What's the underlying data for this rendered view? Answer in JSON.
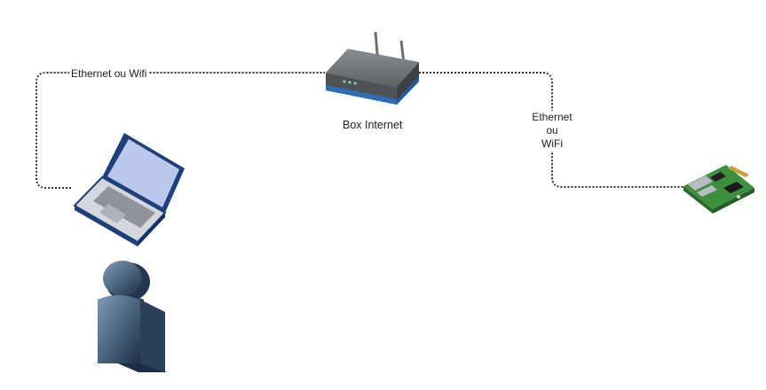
{
  "diagram": {
    "link_left_label": "Ethernet ou Wifi",
    "router_label": "Box Internet",
    "link_right_label": [
      "Ethernet",
      "ou",
      "WiFi"
    ]
  },
  "nodes": {
    "router": {
      "icon": "router-icon"
    },
    "laptop": {
      "icon": "laptop-icon"
    },
    "user": {
      "icon": "user-icon"
    },
    "raspberry": {
      "icon": "raspberry-pi-board-icon"
    }
  },
  "colors": {
    "link": "#333333",
    "router_body": "#6b6e73",
    "router_stripe": "#2f6db3",
    "laptop_screen": "#b9c8ec",
    "laptop_outline": "#1f3f7a",
    "user": "#4b6680",
    "board": "#3d8f3e"
  }
}
